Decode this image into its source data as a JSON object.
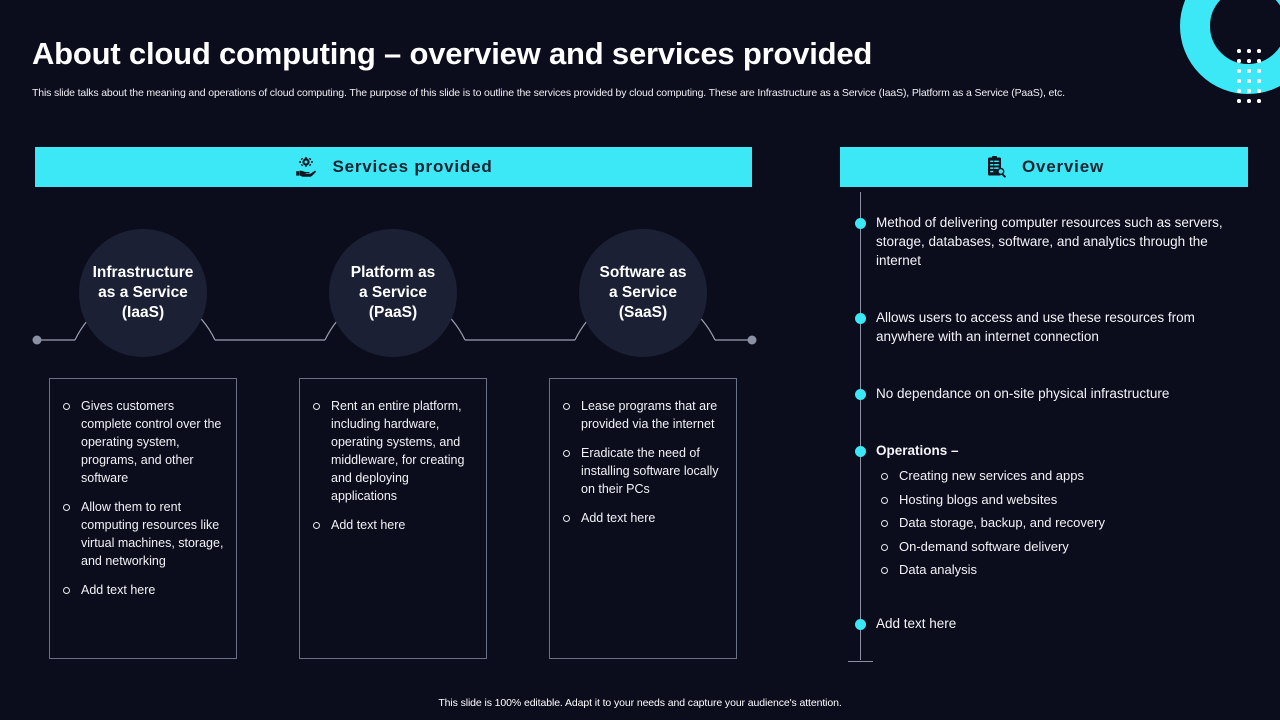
{
  "theme": {
    "background": "#0b0d1c",
    "accent": "#3ce8f5",
    "bar_text": "#1b2230",
    "circle_fill": "#1c2034",
    "line": "#8b90a2",
    "text": "#ffffff"
  },
  "header": {
    "title": "About cloud computing – overview and services provided",
    "subtitle": "This slide talks about the meaning and operations of cloud computing. The purpose of this slide is to outline the services provided by cloud computing. These are Infrastructure as a Service (IaaS), Platform as a Service (PaaS), etc."
  },
  "decoration": {
    "ring_icon": "cyan-ring-shape",
    "dots_icon": "dot-grid-shape",
    "dot_columns": 3,
    "dot_rows": 6
  },
  "services_section": {
    "bar_label": "Services provided",
    "bar_icon": "hand-holding-gear-icon",
    "nodes": [
      {
        "id": "iaas",
        "label": "Infrastructure\nas a Service\n(IaaS)"
      },
      {
        "id": "paas",
        "label": "Platform as\na Service\n(PaaS)"
      },
      {
        "id": "saas",
        "label": "Software as\na Service\n(SaaS)"
      }
    ],
    "boxes": [
      {
        "id": "iaas",
        "items": [
          "Gives customers complete control over the operating system, programs, and other software",
          "Allow them to rent computing resources like virtual machines, storage, and networking",
          "Add text here"
        ]
      },
      {
        "id": "paas",
        "items": [
          "Rent an entire platform, including hardware, operating systems, and middleware, for creating and deploying applications",
          "Add text here"
        ]
      },
      {
        "id": "saas",
        "items": [
          "Lease programs that are provided via the internet",
          "Eradicate the need of installing software locally on their PCs",
          "Add text here"
        ]
      }
    ]
  },
  "overview_section": {
    "bar_label": "Overview",
    "bar_icon": "document-magnifier-icon",
    "items": [
      {
        "text": "Method of delivering computer resources such as servers, storage, databases, software, and analytics through the internet",
        "bold": false,
        "sub": []
      },
      {
        "text": "Allows users to access and use these resources from anywhere with an internet connection",
        "bold": false,
        "sub": []
      },
      {
        "text": "No dependance on on-site physical infrastructure",
        "bold": false,
        "sub": []
      },
      {
        "text": "Operations –",
        "bold": true,
        "sub": [
          "Creating new services and apps",
          "Hosting blogs and websites",
          "Data storage, backup, and recovery",
          "On-demand software delivery",
          "Data analysis"
        ]
      },
      {
        "text": "Add text here",
        "bold": false,
        "sub": []
      }
    ]
  },
  "footer": {
    "note": "This slide is 100% editable. Adapt it to your needs and capture your audience's attention."
  }
}
